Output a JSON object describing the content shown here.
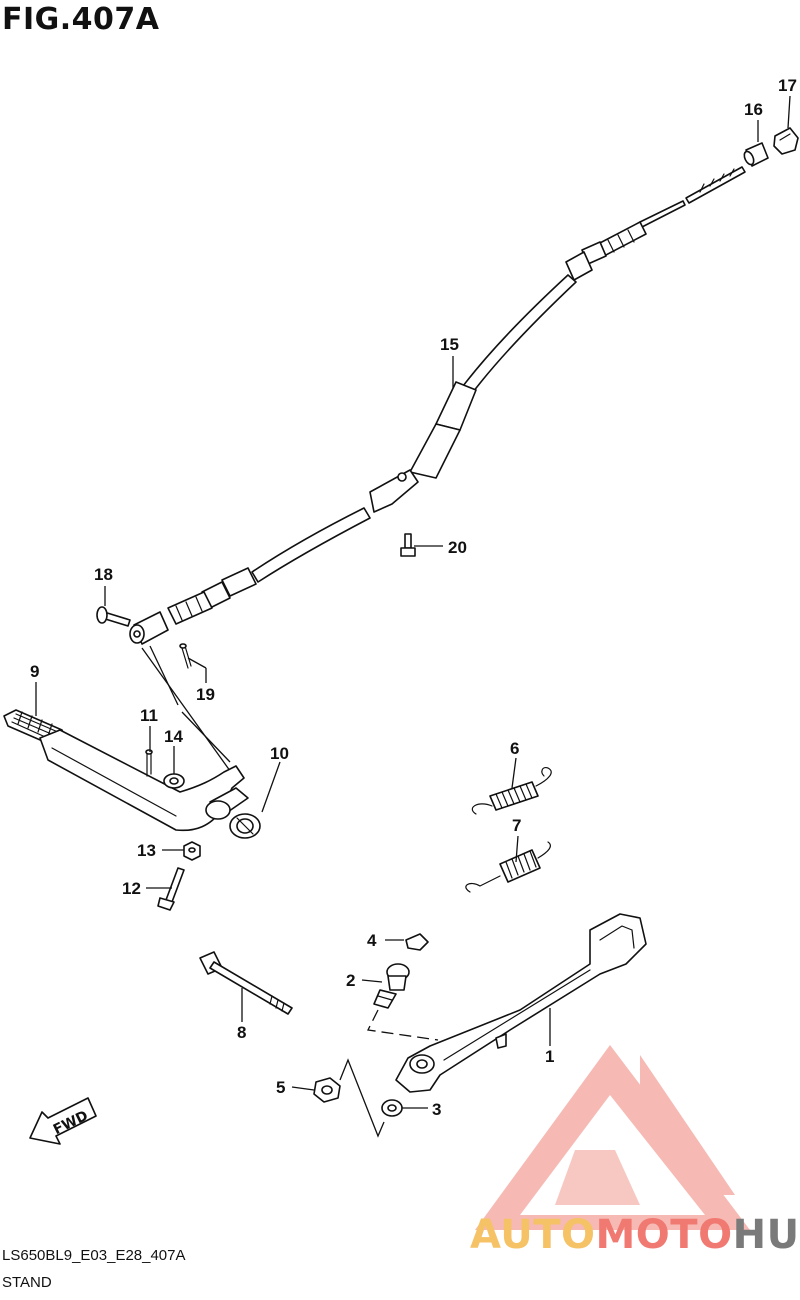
{
  "figure": {
    "title": "FIG.407A",
    "code": "LS650BL9_E03_E28_407A",
    "name": "STAND"
  },
  "callouts": [
    "1",
    "2",
    "3",
    "4",
    "5",
    "6",
    "7",
    "8",
    "9",
    "10",
    "11",
    "12",
    "13",
    "14",
    "15",
    "16",
    "17",
    "18",
    "19",
    "20"
  ],
  "direction": {
    "label": "FWD"
  },
  "watermark": {
    "part1": "AUTO",
    "part2": "MOTO",
    "part3": "HUB",
    "colors": {
      "part1": "#f5c266",
      "part2": "#f07a72",
      "part3": "#7a7a7a",
      "logo": "#f3a29a"
    }
  }
}
